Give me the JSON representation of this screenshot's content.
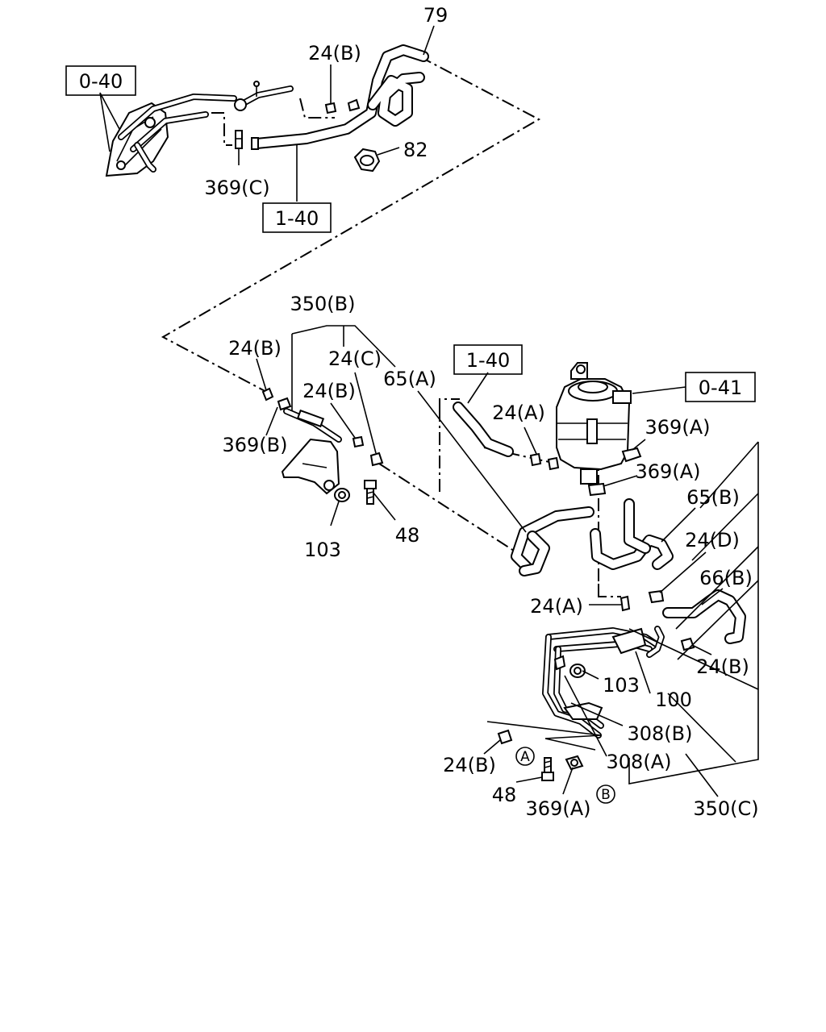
{
  "diagram": {
    "reference_boxes": {
      "ref_0_40": "0-40",
      "ref_1_40_top": "1-40",
      "ref_1_40_mid": "1-40",
      "ref_0_41": "0-41"
    },
    "part_labels": {
      "p79": "79",
      "p24b_top": "24(B)",
      "p82": "82",
      "p369c": "369(C)",
      "p350b": "350(B)",
      "p24b_left": "24(B)",
      "p24c": "24(C)",
      "p65a": "65(A)",
      "p24b_mid": "24(B)",
      "p369b": "369(B)",
      "p24a_upper": "24(A)",
      "p369a_1": "369(A)",
      "p369a_2": "369(A)",
      "p65b": "65(B)",
      "p24d": "24(D)",
      "p66b": "66(B)",
      "p103_left": "103",
      "p48_left": "48",
      "p24a_lower": "24(A)",
      "p24b_right": "24(B)",
      "p103_right": "103",
      "p100": "100",
      "p308b": "308(B)",
      "p308a": "308(A)",
      "p24b_bottom": "24(B)",
      "p48_bottom": "48",
      "p369a_bottom": "369(A)",
      "p350c": "350(C)"
    },
    "callouts": {
      "circle_a": "A",
      "circle_b": "B"
    }
  }
}
